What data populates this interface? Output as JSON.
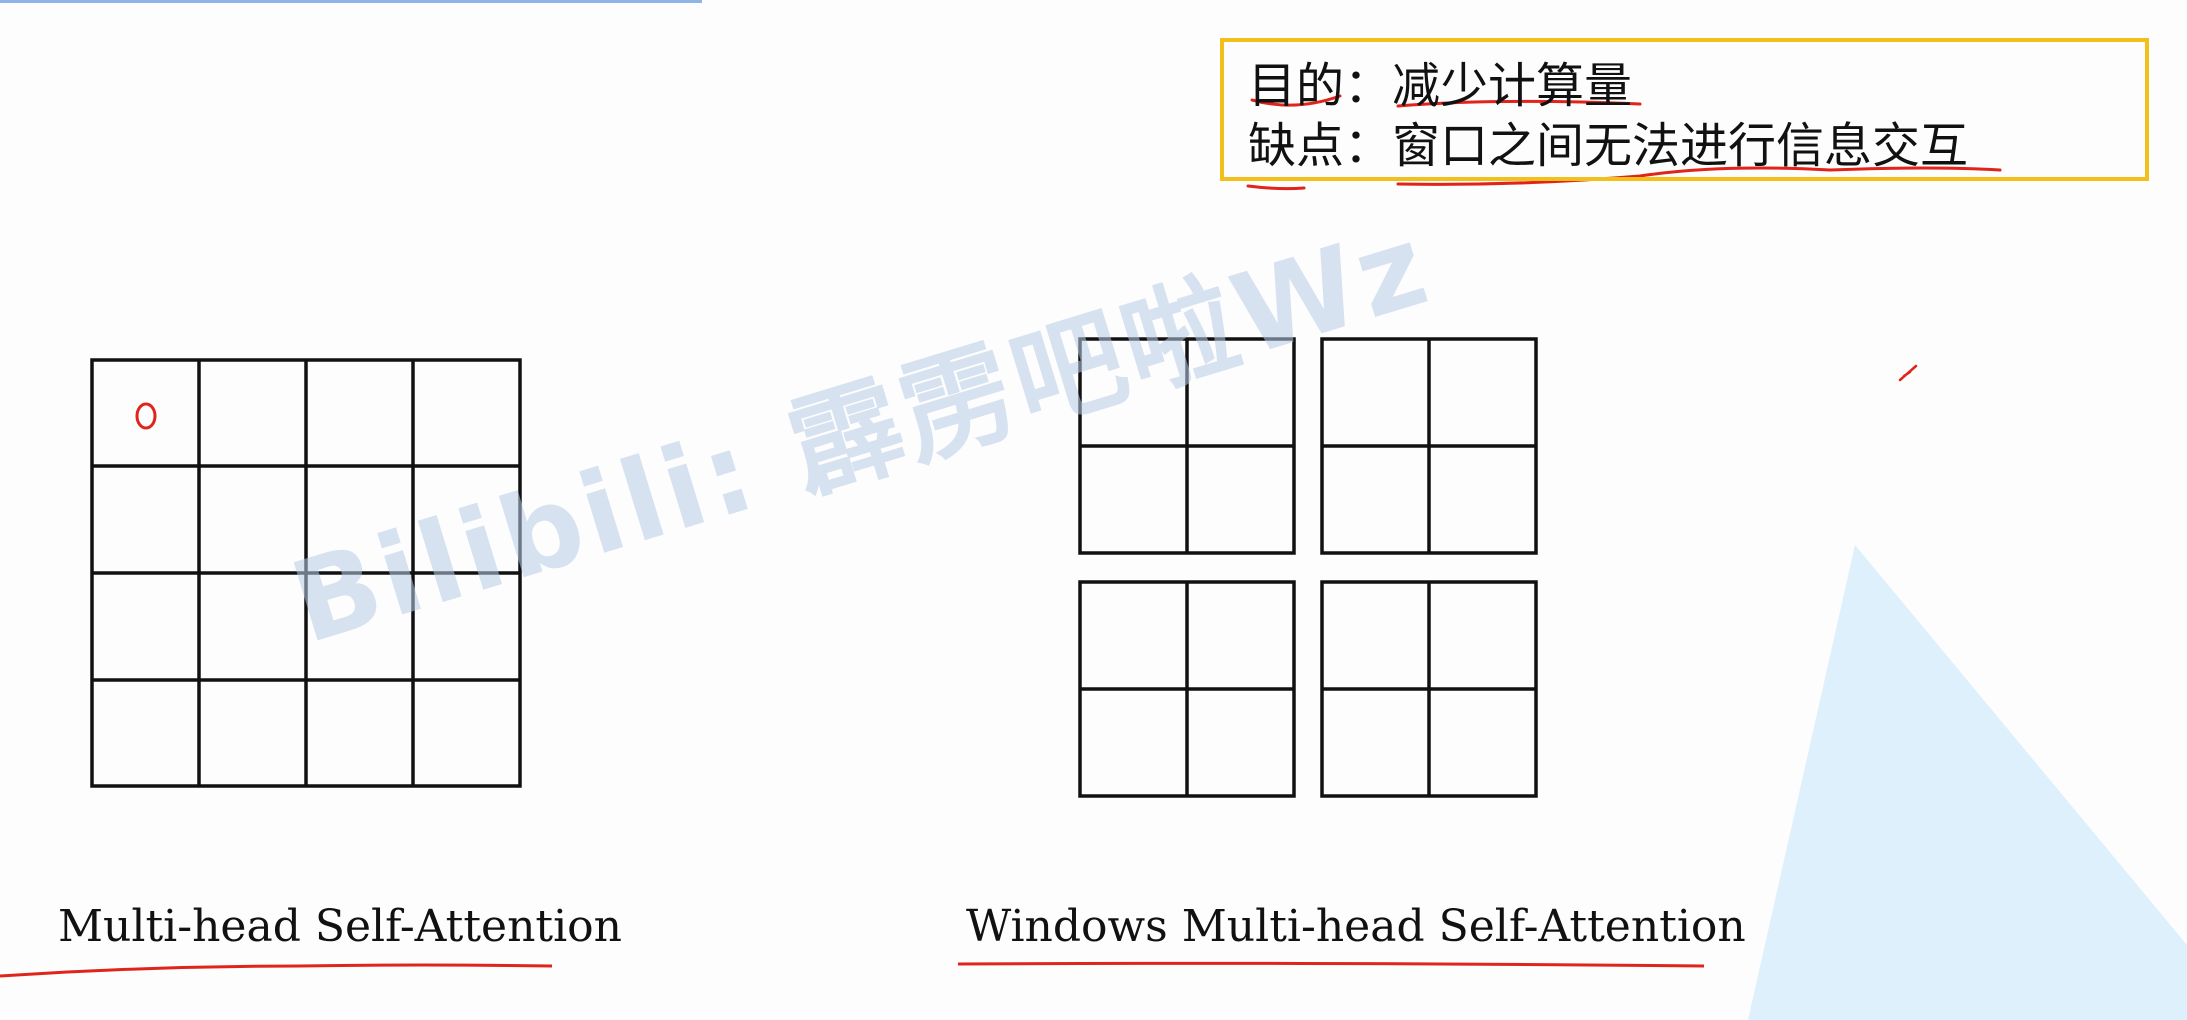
{
  "notes": {
    "purpose": "目的：减少计算量",
    "drawback": "缺点：窗口之间无法进行信息交互"
  },
  "left_diagram": {
    "caption": "Multi-head Self-Attention",
    "grid_rows": 4,
    "grid_cols": 4,
    "annotation_mark": "0"
  },
  "right_diagram": {
    "caption": "Windows Multi-head Self-Attention",
    "window_rows": 2,
    "window_cols": 2,
    "cells_per_window_side": 2
  },
  "watermark": "Bilibili: 霹雳吧啦Wz",
  "colors": {
    "note_border": "#f3c01b",
    "ink": "#111111",
    "pen": "#e0241b",
    "watermark": "#b9cde8",
    "corner_shape": "#d6ecfa",
    "top_bar": "#8fb5e6"
  }
}
